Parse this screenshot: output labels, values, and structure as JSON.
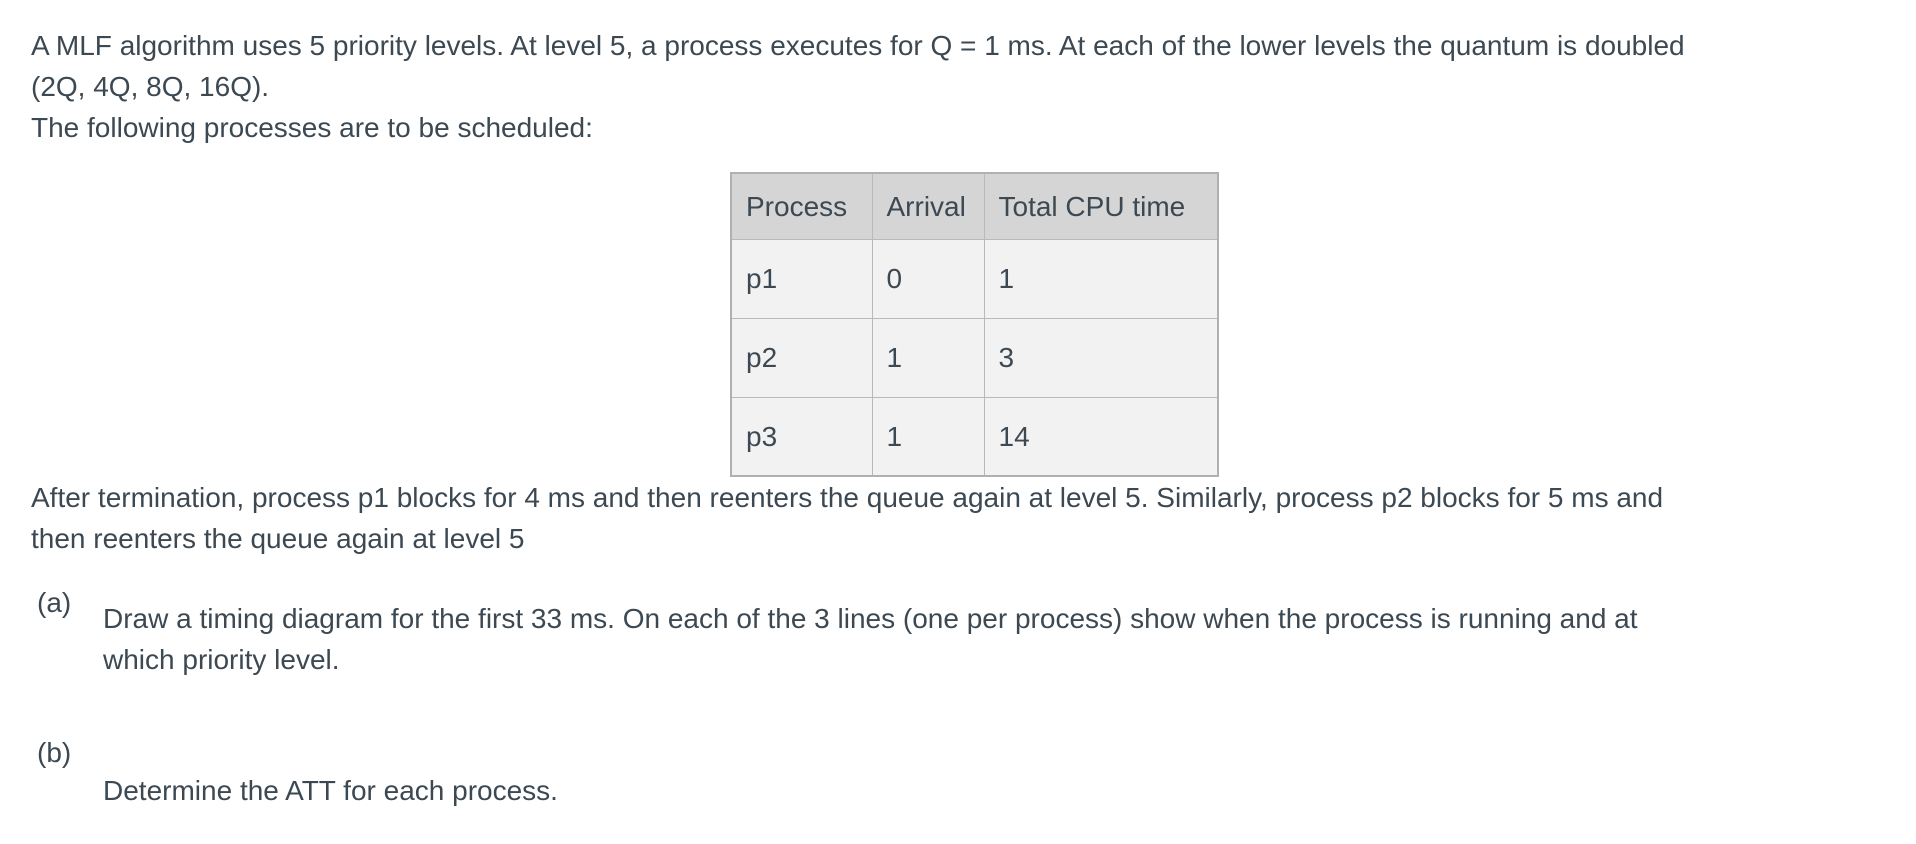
{
  "intro": {
    "lines": [
      "A MLF algorithm uses 5 priority levels. At level 5, a process executes for Q = 1 ms. At each of the lower levels the quantum is doubled",
      "(2Q, 4Q, 8Q, 16Q).",
      "The following processes are to be scheduled:"
    ]
  },
  "process_table": {
    "headers": [
      "Process",
      "Arrival",
      "Total CPU time"
    ],
    "rows": [
      [
        "p1",
        "0",
        "1"
      ],
      [
        "p2",
        "1",
        "3"
      ],
      [
        "p3",
        "1",
        "14"
      ]
    ]
  },
  "blocking_note": {
    "lines": [
      "After termination, process p1 blocks for 4 ms and then reenters the queue again at level 5. Similarly, process p2 blocks for 5 ms and",
      "then reenters the queue again at level 5"
    ]
  },
  "questions": [
    {
      "label": "(a)",
      "lines": [
        "Draw a timing diagram for the first 33 ms. On each of the 3 lines (one per process) show when the process is running and at",
        "which priority level."
      ]
    },
    {
      "label": "(b)",
      "lines": [
        "Determine the ATT for each process."
      ]
    }
  ],
  "colors": {
    "text": "#3c4852",
    "table_header_bg": "#d5d5d5",
    "table_row_bg": "#f2f2f2",
    "table_border_outer": "#b0b0b0",
    "table_border_inner": "#b9b9b9",
    "page_bg": "#ffffff"
  }
}
